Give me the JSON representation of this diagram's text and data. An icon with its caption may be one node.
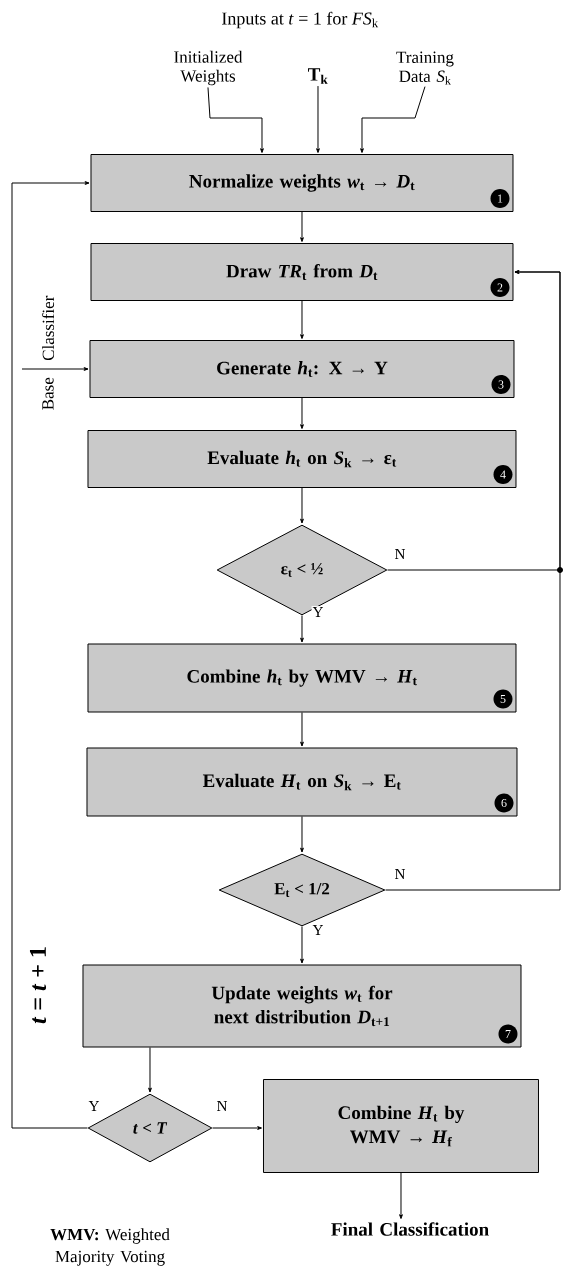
{
  "diagram": {
    "title": "Inputs at *t* = 1 for *FS*$_{k}$",
    "nodes": [
      {
        "text": [
          "Initialized Weights"
        ]
      },
      {
        "text": [
          "T$_{k}$"
        ]
      },
      {
        "text": [
          "Training Data *S*$_{k}$"
        ]
      },
      {
        "text": [
          "Normalize weights *w*$_{t}$ → *D*$_{t}$",
          "1"
        ]
      },
      {
        "text": [
          "Draw *TR*$_{t}$ from *D*$_{t}$",
          "2"
        ]
      },
      {
        "text": [
          "Generate *h*$_{t}$: X → Y",
          "3"
        ]
      },
      {
        "text": [
          "Evaluate *h*$_{t}$ on *S*$_{k}$ → ε$_{t}$",
          "4"
        ]
      },
      {
        "text": [
          "ε$_{t}$ < ½"
        ]
      },
      {
        "text": [
          "Combine *h*$_{t}$ by WMV → *H*$_{t}$",
          "5"
        ]
      },
      {
        "text": [
          "Evaluate *H*$_{t}$ on *S*$_{k}$ → E$_{t}$",
          "6"
        ]
      },
      {
        "text": [
          "E$_{t}$ < 1/2"
        ]
      },
      {
        "text": [
          "Update weights *w*$_{t}$ for next distribution *D*$_{t+1}$",
          "7"
        ]
      },
      {
        "text": [
          "*t* < *T*"
        ]
      },
      {
        "text": [
          "Combine *H*$_{t}$ by WMV → *H*$_{f}$"
        ]
      },
      {
        "text": [
          "Final Classification"
        ]
      }
    ],
    "edges": [
      {
        "from": 0,
        "to": 3,
        "arrow": "to"
      },
      {
        "from": 1,
        "to": 3,
        "arrow": "to"
      },
      {
        "from": 2,
        "to": 3,
        "arrow": "to"
      },
      {
        "from": 3,
        "to": 4,
        "arrow": "to"
      },
      {
        "from": 4,
        "to": 5,
        "arrow": "to"
      },
      {
        "from": 5,
        "to": 6,
        "arrow": "to"
      },
      {
        "from": 6,
        "to": 7,
        "arrow": "to"
      },
      {
        "from": 7,
        "to": 8,
        "arrow": "to",
        "label": "Y"
      },
      {
        "from": 8,
        "to": 9,
        "arrow": "to"
      },
      {
        "from": 9,
        "to": 10,
        "arrow": "to"
      },
      {
        "from": 10,
        "to": 11,
        "arrow": "to",
        "label": "Y"
      },
      {
        "from": 11,
        "to": 12,
        "arrow": "to"
      },
      {
        "from": 12,
        "to": 13,
        "arrow": "to",
        "label": "N"
      },
      {
        "from": 13,
        "to": 14,
        "arrow": "to"
      },
      {
        "from": 12,
        "to": 3,
        "arrow": "to",
        "label": "Y"
      },
      {
        "from": 7,
        "to": 4,
        "arrow": "to",
        "label": "N"
      },
      {
        "from": 10,
        "to": 4,
        "arrow": "to",
        "label": "N"
      },
      {
        "from": null,
        "to": 5,
        "arrow": "to"
      }
    ],
    "labels": [
      "Classifier",
      "Base",
      "*t* = *t* + 1",
      "**WMV:** Weighted Majority Voting"
    ]
  }
}
